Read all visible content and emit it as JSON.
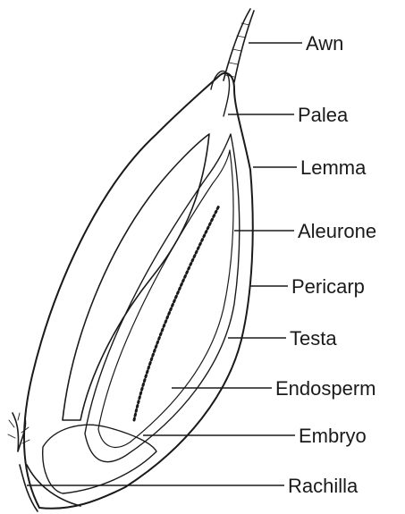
{
  "figure": {
    "subject": "grain-kernel-longitudinal-section",
    "ink_color": "#1a1a1a",
    "background": "#ffffff",
    "labels": [
      {
        "key": "awn",
        "text": "Awn"
      },
      {
        "key": "palea",
        "text": "Palea"
      },
      {
        "key": "lemma",
        "text": "Lemma"
      },
      {
        "key": "aleurone",
        "text": "Aleurone"
      },
      {
        "key": "pericarp",
        "text": "Pericarp"
      },
      {
        "key": "testa",
        "text": "Testa"
      },
      {
        "key": "endosperm",
        "text": "Endosperm"
      },
      {
        "key": "embryo",
        "text": "Embryo"
      },
      {
        "key": "rachilla",
        "text": "Rachilla"
      }
    ]
  }
}
